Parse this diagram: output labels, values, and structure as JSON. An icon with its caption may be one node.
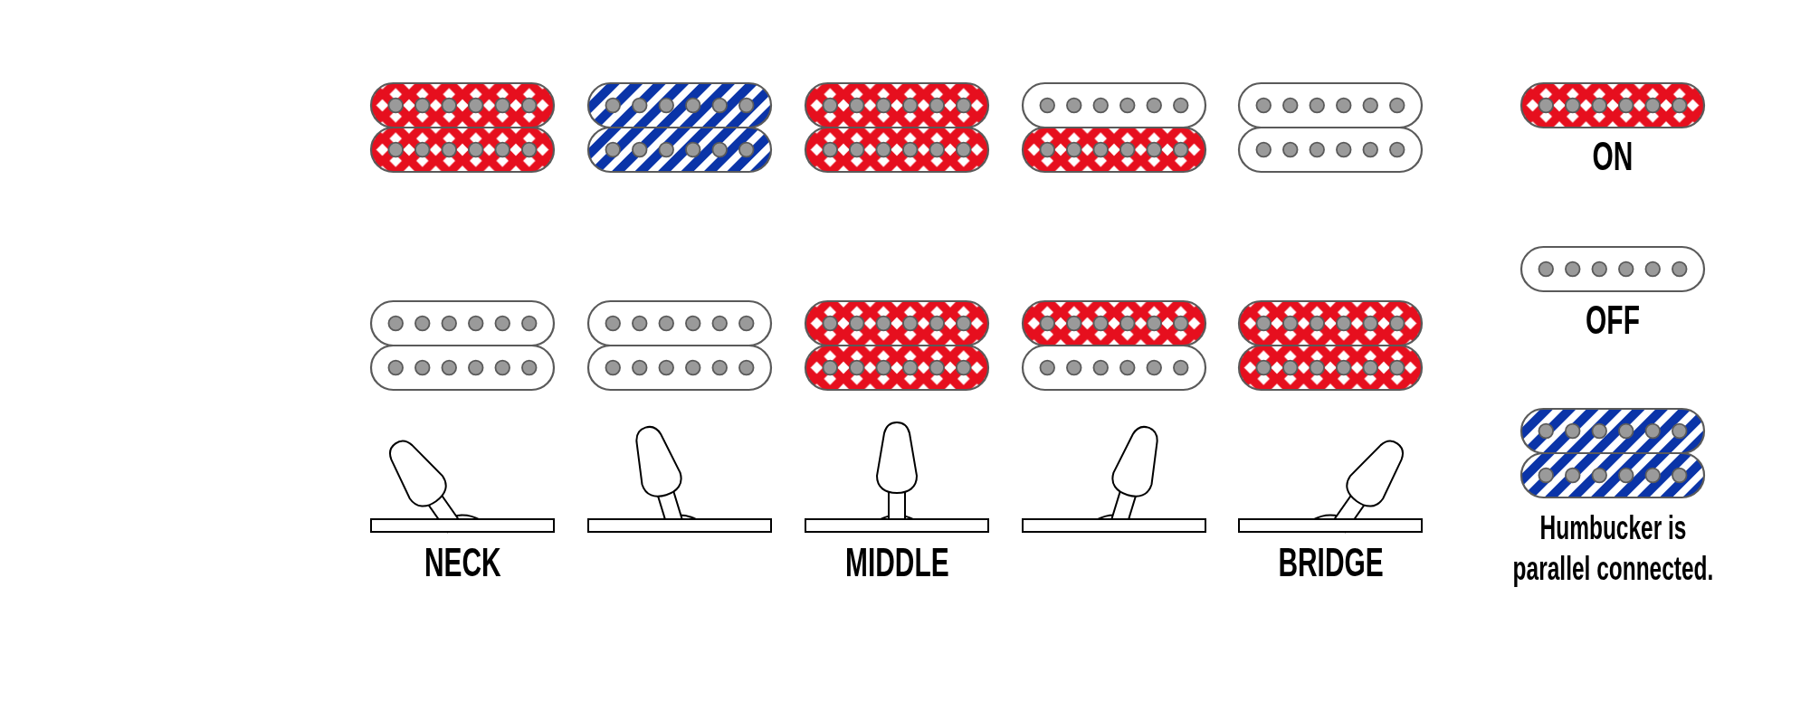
{
  "diagram": {
    "labels": [
      "NECK",
      "MIDDLE",
      "BRIDGE"
    ],
    "legend": [
      {
        "text": "ON"
      },
      {
        "text": "OFF"
      },
      {
        "text": "Humbucker is parallel connected."
      }
    ]
  }
}
